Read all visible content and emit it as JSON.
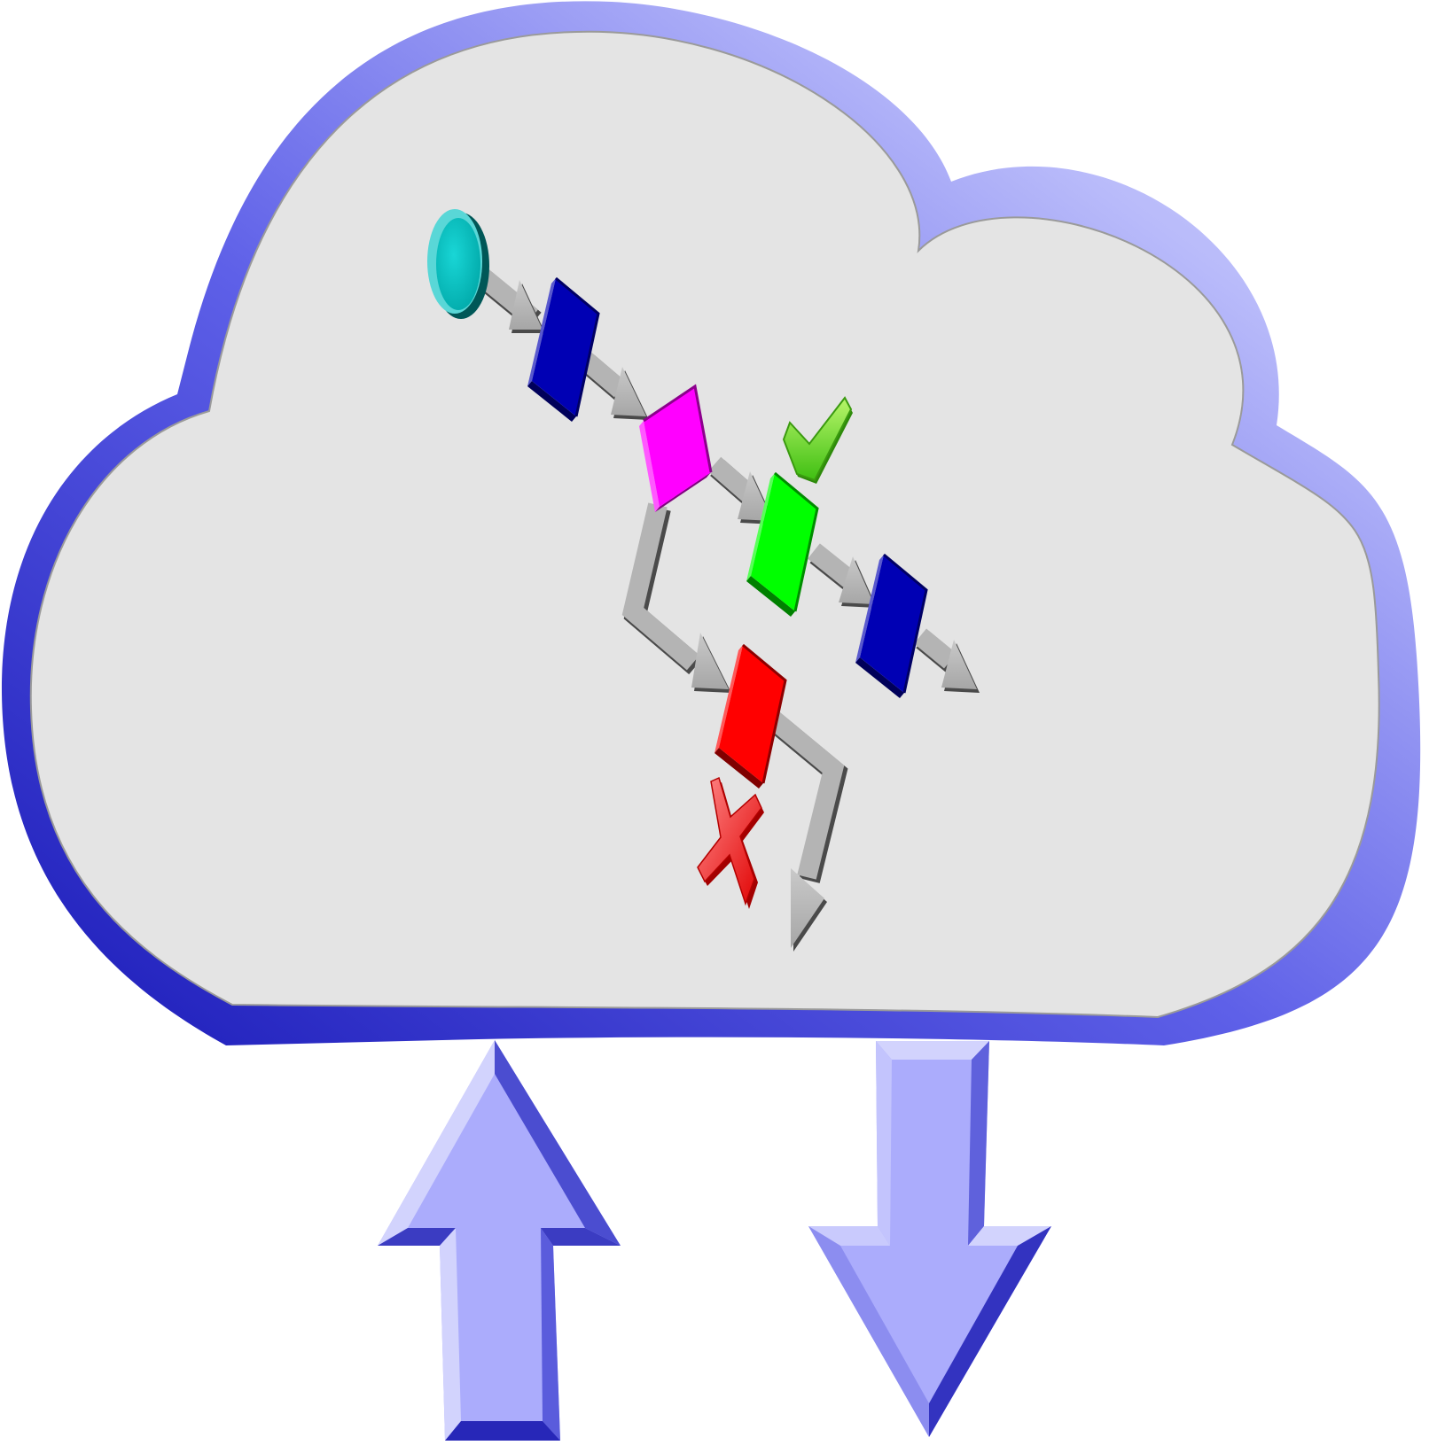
{
  "diagram": {
    "subject": "cloud-workflow",
    "colors": {
      "background": "#ffffff",
      "cloud_rim_dark": "#1a1ab8",
      "cloud_rim_light": "#d4d6fb",
      "cloud_face": "#e4e4e4",
      "cloud_outline": "#9a9a9a",
      "connector": "#b4b4b4",
      "connector_shadow": "#4a4a4a",
      "start_node": "#00c1c1",
      "process_node": "#0000b4",
      "decision_node": "#ff00ff",
      "success_node": "#00ff00",
      "failure_node": "#ff0000",
      "check_mark": "#66dd22",
      "cross_mark": "#ff2a2a",
      "upload_arrow": "#abacfc",
      "download_arrow": "#abacfc"
    },
    "nodes": [
      {
        "id": "start",
        "shape": "ellipse",
        "color_key": "start_node"
      },
      {
        "id": "process-1",
        "shape": "parallelogram",
        "color_key": "process_node"
      },
      {
        "id": "decision",
        "shape": "parallelogram",
        "color_key": "decision_node"
      },
      {
        "id": "success",
        "shape": "parallelogram",
        "color_key": "success_node",
        "badge": "check-mark-icon"
      },
      {
        "id": "process-2",
        "shape": "parallelogram",
        "color_key": "process_node"
      },
      {
        "id": "failure",
        "shape": "parallelogram",
        "color_key": "failure_node",
        "badge": "cross-mark-icon"
      }
    ],
    "edges": [
      {
        "from": "start",
        "to": "process-1"
      },
      {
        "from": "process-1",
        "to": "decision"
      },
      {
        "from": "decision",
        "to": "success"
      },
      {
        "from": "decision",
        "to": "failure"
      },
      {
        "from": "success",
        "to": "process-2"
      },
      {
        "from": "process-2",
        "to": "exit"
      },
      {
        "from": "failure",
        "to": "exit"
      }
    ],
    "transfer_arrows": [
      {
        "id": "upload",
        "direction": "up",
        "icon": "upload-arrow-icon"
      },
      {
        "id": "download",
        "direction": "down",
        "icon": "download-arrow-icon"
      }
    ]
  }
}
